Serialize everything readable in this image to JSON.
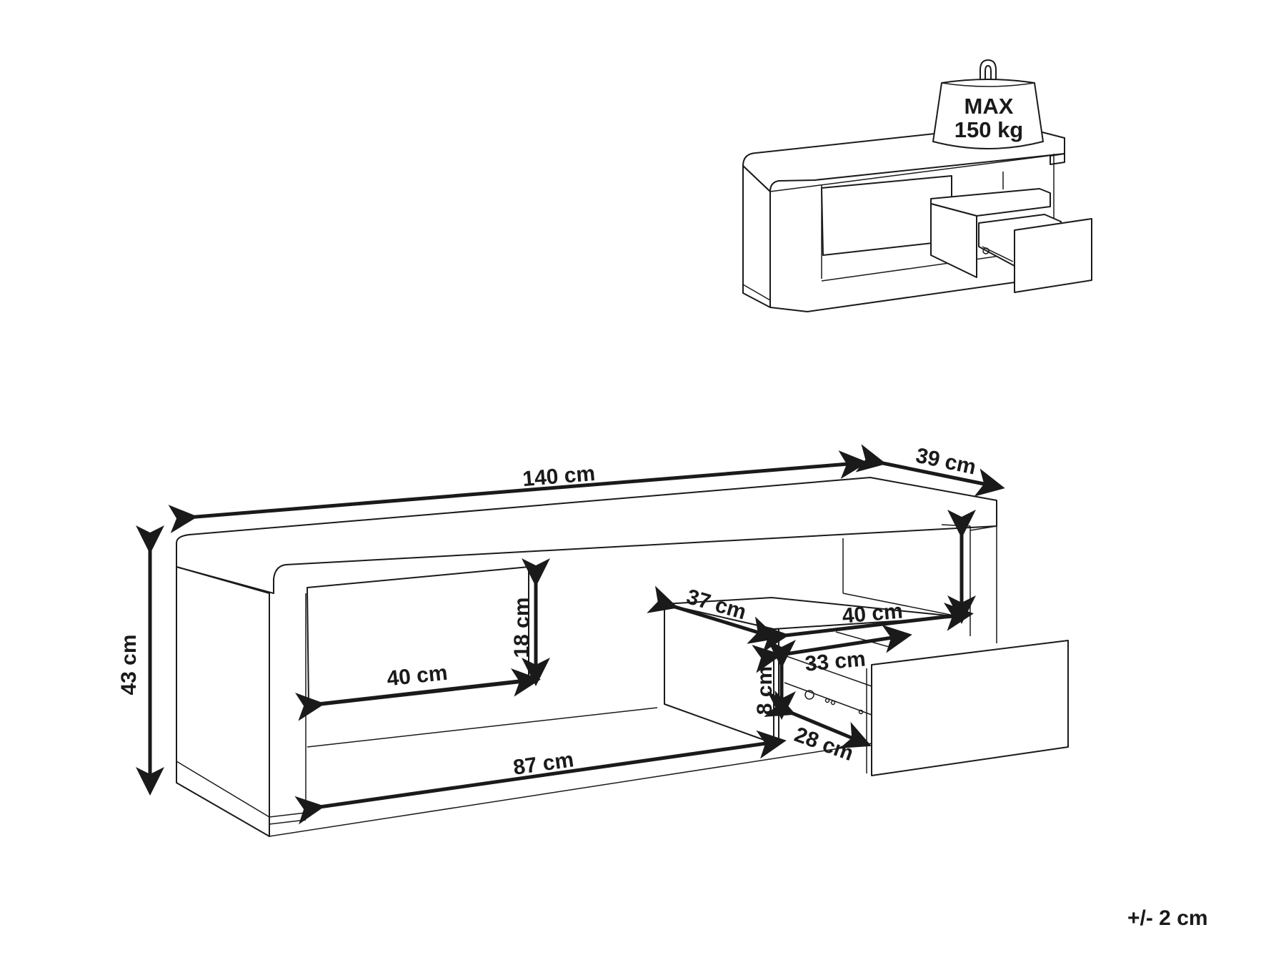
{
  "overview": {
    "weight_badge": {
      "line1": "MAX",
      "line2": "150 kg"
    }
  },
  "dimensions": {
    "total_width": "140 cm",
    "depth": "39 cm",
    "height": "43 cm",
    "left_compartment_height": "18 cm",
    "left_compartment_width": "40 cm",
    "bottom_shelf_width": "87 cm",
    "drawer_unit_depth": "37 cm",
    "right_shelf_width": "40 cm",
    "drawer_width": "33 cm",
    "drawer_height": "8 cm",
    "drawer_depth": "28 cm"
  },
  "tolerance": "+/- 2 cm",
  "colors": {
    "line": "#1a1a1a",
    "background": "#ffffff"
  }
}
